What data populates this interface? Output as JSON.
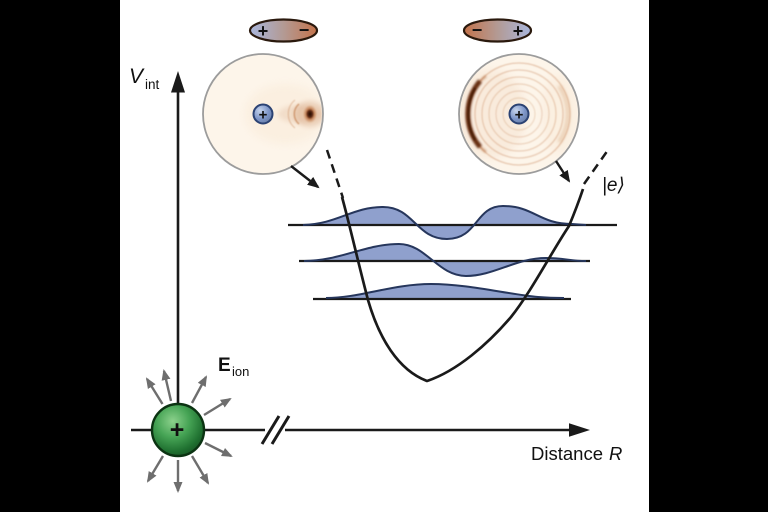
{
  "labels": {
    "y_axis": {
      "main": "V",
      "sub": "int"
    },
    "x_axis": {
      "main": "Distance",
      "var": "R"
    },
    "field": {
      "main": "E",
      "sub": "ion"
    },
    "excited_state": "|e⟩",
    "ion_charge": "+",
    "left_atom_charge": "+",
    "right_atom_charge": "+"
  },
  "dipoles": {
    "left": {
      "left_sign": "+",
      "right_sign": "−"
    },
    "right": {
      "left_sign": "−",
      "right_sign": "+"
    }
  },
  "colors": {
    "bg": "#ffffff",
    "bar": "#000000",
    "text": "#111111",
    "line-black": "#1a1a1a",
    "wave-fill": "#8fa0cd",
    "wave-stroke": "#26365c",
    "gray-arrow": "#6e6e6e",
    "cream": "#fdf5ea",
    "circle-border": "#9c9c9c",
    "dipole-blue": "#a9b6dc",
    "dipole-orange": "#c4734b",
    "dipole-border": "#2a190d",
    "nucleus-fill": "#7e96c9",
    "nucleus-hi": "#c6d4ec",
    "nucleus-border": "#2b4273",
    "green-hi": "#8cd18c",
    "green-mid": "#46a455",
    "green-dark": "#1f7030",
    "green-border": "#0b3312",
    "spot-dark": "#1d0b01",
    "spot-orange": "#b5622a",
    "ring-orange": "#c07848",
    "ring-dark": "#571f05"
  }
}
